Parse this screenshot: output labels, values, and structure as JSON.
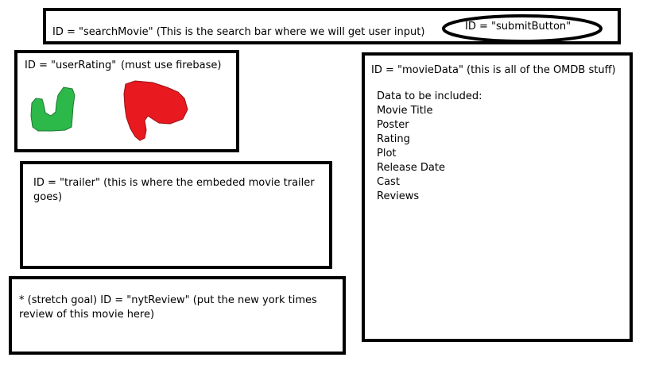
{
  "search_box": {
    "label": "ID = \"searchMovie\" (This is the search bar where we will get user input)"
  },
  "submit_button": {
    "label": "ID = \"submitButton\""
  },
  "rating_box": {
    "label": "ID = \"userRating\"",
    "note": "(must use firebase)",
    "thumb_up_color": "#2db84a",
    "thumb_down_color": "#e8191f"
  },
  "trailer_box": {
    "label": "ID = \"trailer\" (this is where the embeded movie trailer goes)"
  },
  "review_box": {
    "label": "* (stretch goal) ID = \"nytReview\" (put the new york times review of this movie here)"
  },
  "movie_data_box": {
    "label": "ID = \"movieData\" (this is all of the OMDB stuff)",
    "list_heading": "Data to be included:",
    "items": [
      "Movie Title",
      "Poster",
      "Rating",
      "Plot",
      "Release Date",
      "Cast",
      "Reviews"
    ]
  }
}
